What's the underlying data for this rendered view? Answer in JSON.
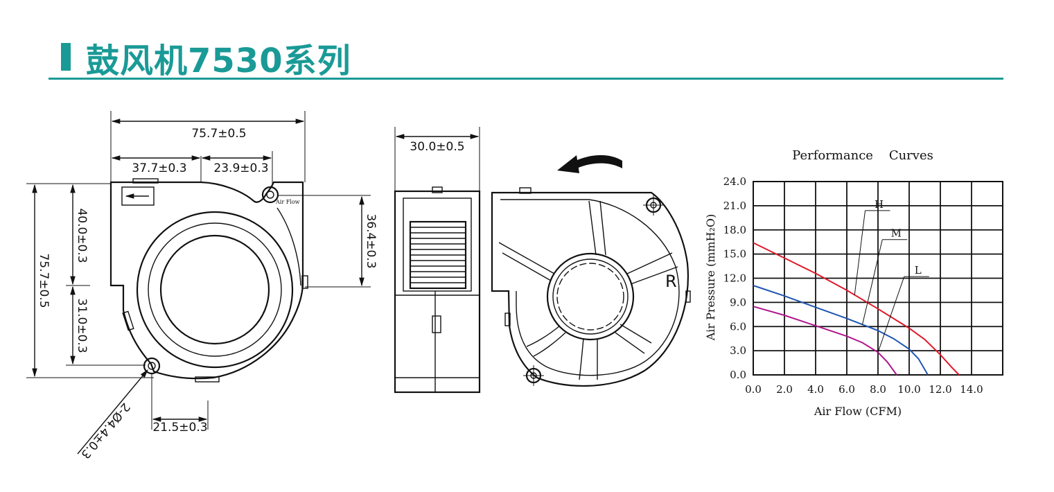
{
  "header": {
    "title": "鼓风机7530系列"
  },
  "colors": {
    "accent": "#1a9a96",
    "curve_h": "#e0192a",
    "curve_m": "#1f55b0",
    "curve_l": "#b0168c"
  },
  "front_view": {
    "dim_total_width": "75.7±0.5",
    "dim_left_width": "37.7±0.3",
    "dim_right_width": "23.9±0.3",
    "dim_total_height": "75.7±0.5",
    "dim_upper_height": "40.0±0.3",
    "dim_lower_height": "31.0±0.3",
    "dim_outlet_height": "36.4±0.3",
    "dim_hole_spacing": "21.5±0.3",
    "dim_holes": "2-Ø4.4±0.3",
    "airflow_note": "Air Flow"
  },
  "side_view": {
    "dim_thickness": "30.0±0.5"
  },
  "back_view": {
    "rotation_mark": "R"
  },
  "chart_data": {
    "type": "line",
    "title": "Performance    Curves",
    "xlabel": "Air Flow (CFM)",
    "ylabel": "Air Pressure (mmH₂O)",
    "xlim": [
      0,
      16
    ],
    "ylim": [
      0,
      24
    ],
    "x_ticks": [
      "0.0",
      "2.0",
      "4.0",
      "6.0",
      "8.0",
      "10.0",
      "12.0",
      "14.0"
    ],
    "y_ticks": [
      "0.0",
      "3.0",
      "6.0",
      "9.0",
      "12.0",
      "15.0",
      "18.0",
      "21.0",
      "24.0"
    ],
    "grid": true,
    "series": [
      {
        "name": "H",
        "points": [
          [
            0,
            16.4
          ],
          [
            2,
            14.5
          ],
          [
            4,
            12.6
          ],
          [
            6,
            10.5
          ],
          [
            8,
            8.2
          ],
          [
            10,
            5.8
          ],
          [
            11,
            4.4
          ],
          [
            12,
            2.5
          ],
          [
            12.7,
            1.0
          ],
          [
            13.2,
            0
          ]
        ]
      },
      {
        "name": "M",
        "points": [
          [
            0,
            11.1
          ],
          [
            2,
            9.8
          ],
          [
            4,
            8.4
          ],
          [
            6,
            7.0
          ],
          [
            8,
            5.5
          ],
          [
            9,
            4.5
          ],
          [
            10,
            3.2
          ],
          [
            10.6,
            2.0
          ],
          [
            11.2,
            0
          ]
        ]
      },
      {
        "name": "L",
        "points": [
          [
            0,
            8.5
          ],
          [
            2,
            7.4
          ],
          [
            4,
            6.1
          ],
          [
            6,
            4.8
          ],
          [
            7,
            4.0
          ],
          [
            8,
            2.8
          ],
          [
            8.6,
            1.6
          ],
          [
            9.2,
            0
          ]
        ]
      }
    ]
  }
}
